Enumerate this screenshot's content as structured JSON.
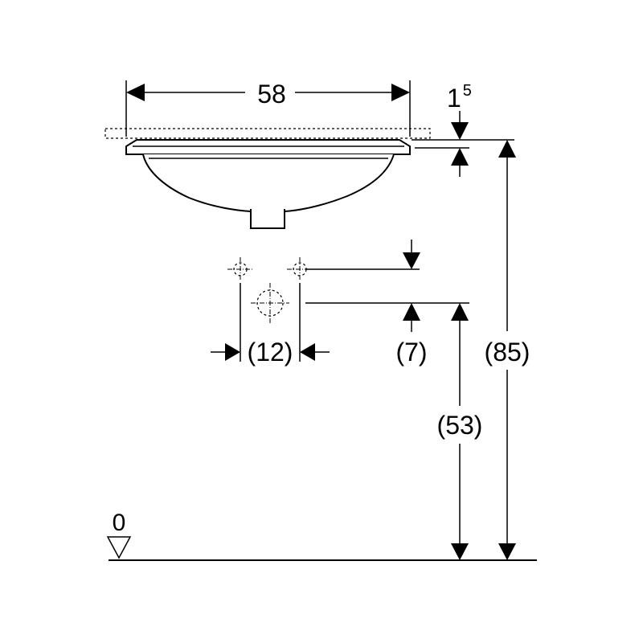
{
  "dimensions": {
    "basin_width": "58",
    "rim_thickness_base": "1",
    "rim_thickness_sup": "5",
    "tap_hole_spacing": "(12)",
    "tap_hole_offset": "(7)",
    "drain_height": "(53)",
    "rim_height": "(85)",
    "floor_level": "0"
  },
  "colors": {
    "line": "#000000",
    "background": "#ffffff"
  }
}
